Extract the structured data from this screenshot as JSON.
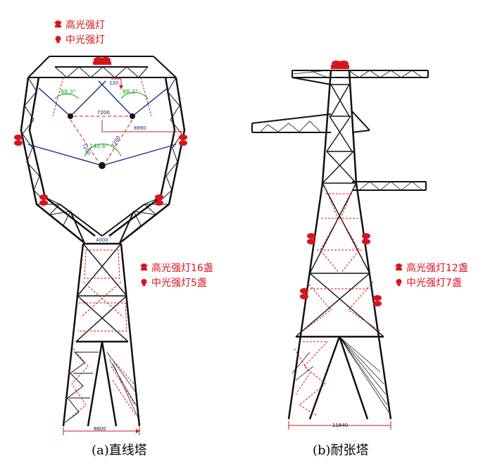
{
  "legend_top": {
    "high": "高光强灯",
    "mid": "中光强灯"
  },
  "legend_a": {
    "high": "高光强灯16盏",
    "mid": "中光强灯5盏"
  },
  "legend_b": {
    "high": "高光强灯12盏",
    "mid": "中光强灯7盏"
  },
  "tower_a": {
    "caption": "(a)直线塔",
    "dim_width": "8600",
    "dim_waist": "4000",
    "dim_horizontal": "7200",
    "dim_offset": "8890",
    "dim_small": "120",
    "dim_diag_left": "7200",
    "dim_diag_right": "7200",
    "angle_left": "88.3°",
    "angle_right": "88.3°",
    "angle_bottom": "140.6°"
  },
  "tower_b": {
    "caption": "(b)耐张塔",
    "dim_width": "11640"
  },
  "colors": {
    "structure": "#111111",
    "lamp": "#d8141b",
    "insulator": "#1c2a8a",
    "angle": "#1aa11a"
  }
}
